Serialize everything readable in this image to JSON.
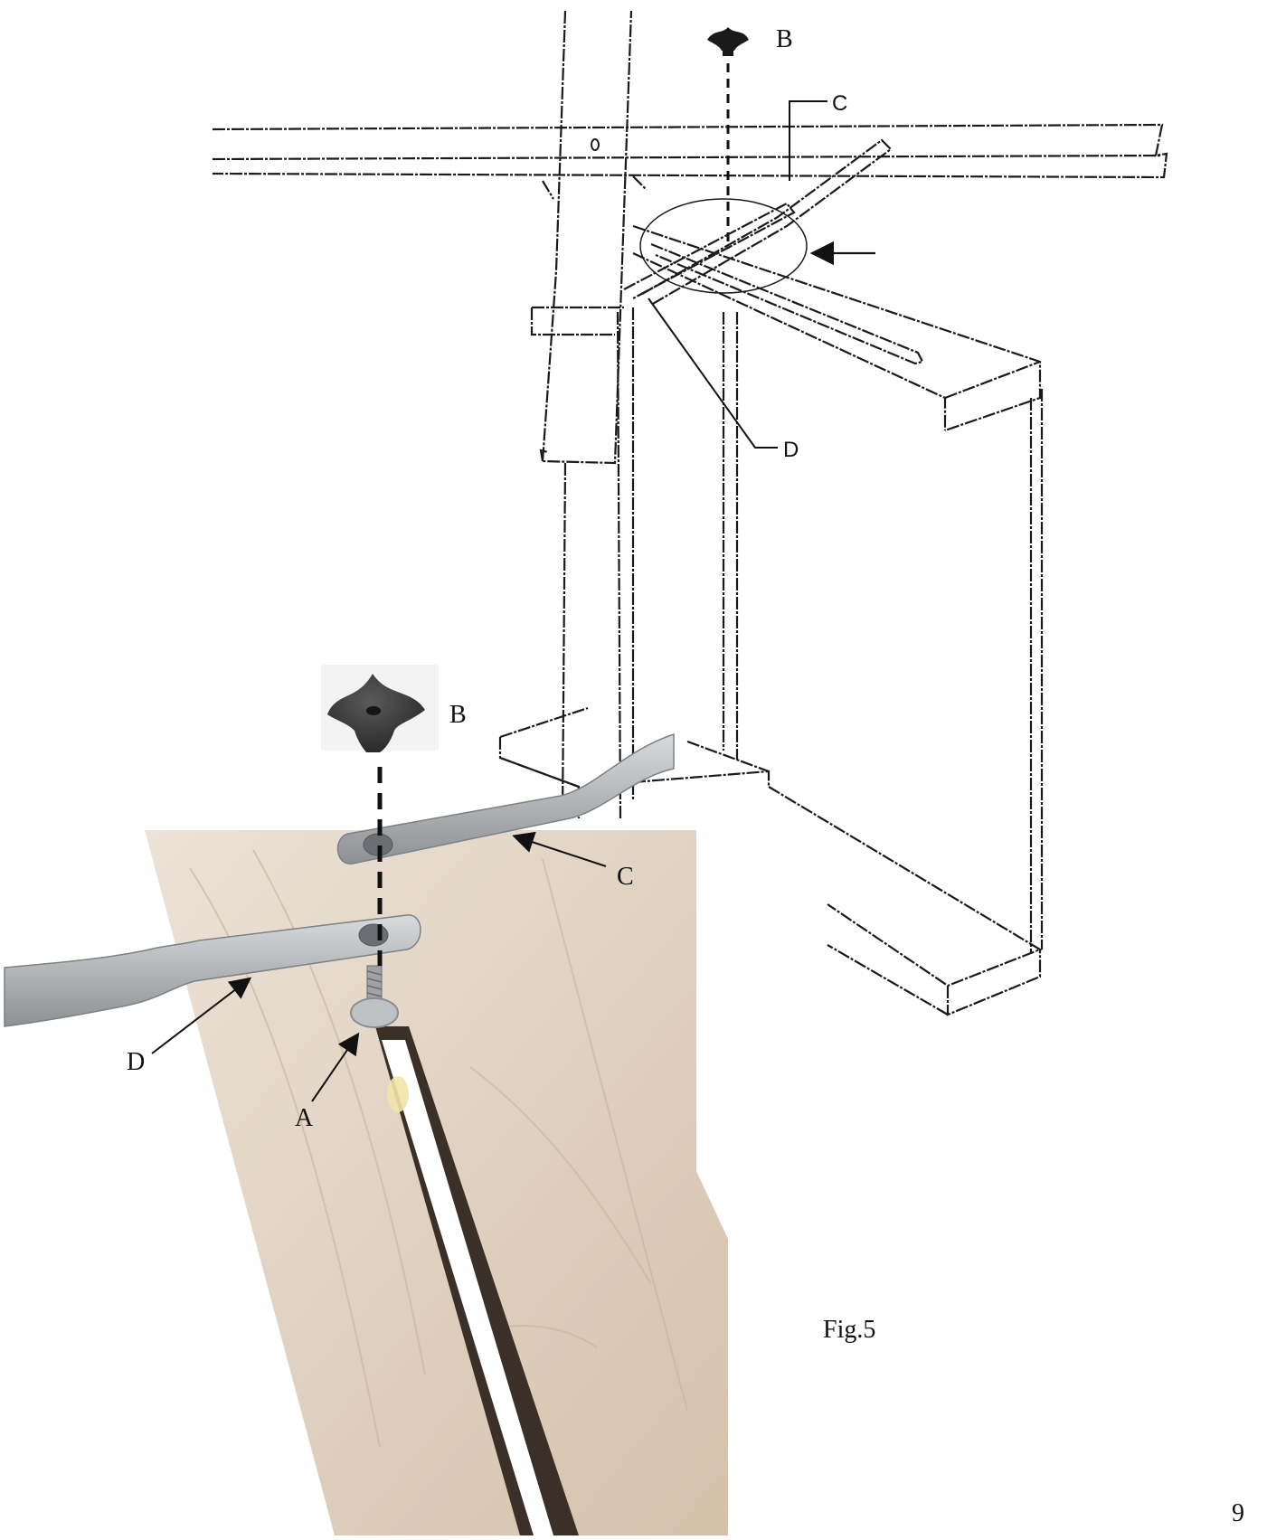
{
  "figure": {
    "caption": "Fig.5",
    "page_number": "9"
  },
  "callouts": {
    "drawing": {
      "b": "B",
      "c": "C",
      "d": "D"
    },
    "photo": {
      "a": "A",
      "b": "B",
      "c": "C",
      "d": "D"
    }
  },
  "colors": {
    "line": "#1a1a1a",
    "wood_light": "#e6d9c9",
    "wood_dark": "#c8b6a0",
    "metal": "#b9bcbf",
    "knob": "#2e2e2e"
  }
}
